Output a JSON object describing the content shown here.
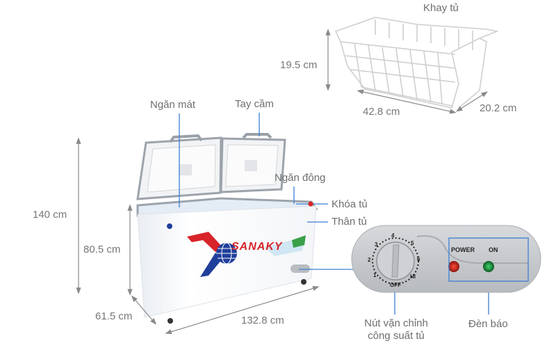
{
  "diagram": {
    "title": "Sanaky chest freezer dimensions and parts",
    "brand": "SANAKY",
    "tray": {
      "label": "Khay tủ",
      "height": "19.5 cm",
      "length": "42.8 cm",
      "width": "20.2 cm"
    },
    "freezer_dimensions": {
      "total_height_open": "140 cm",
      "body_height": "80.5 cm",
      "depth": "61.5 cm",
      "length": "132.8 cm"
    },
    "parts": {
      "cool_compartment": "Ngăn mát",
      "handle": "Tay cầm",
      "freezer_compartment": "Ngăn đông",
      "lock": "Khóa tủ",
      "body": "Thân tủ",
      "knob_line1": "Nút vặn chỉnh",
      "knob_line2": "công suất tủ",
      "indicator": "Đèn báo"
    },
    "control_panel": {
      "dial_marks": [
        "1",
        "2",
        "3",
        "4",
        "5",
        "6",
        "HI",
        "OFF"
      ],
      "power_label": "POWER",
      "on_label": "ON",
      "power_color": "#c0201a",
      "on_color": "#1a8a3a"
    },
    "colors": {
      "pointer_line": "#3b7fd4",
      "dimension_line": "#8a8a8a",
      "logo_red": "#d8232a",
      "logo_blue": "#1f3f9b"
    }
  }
}
